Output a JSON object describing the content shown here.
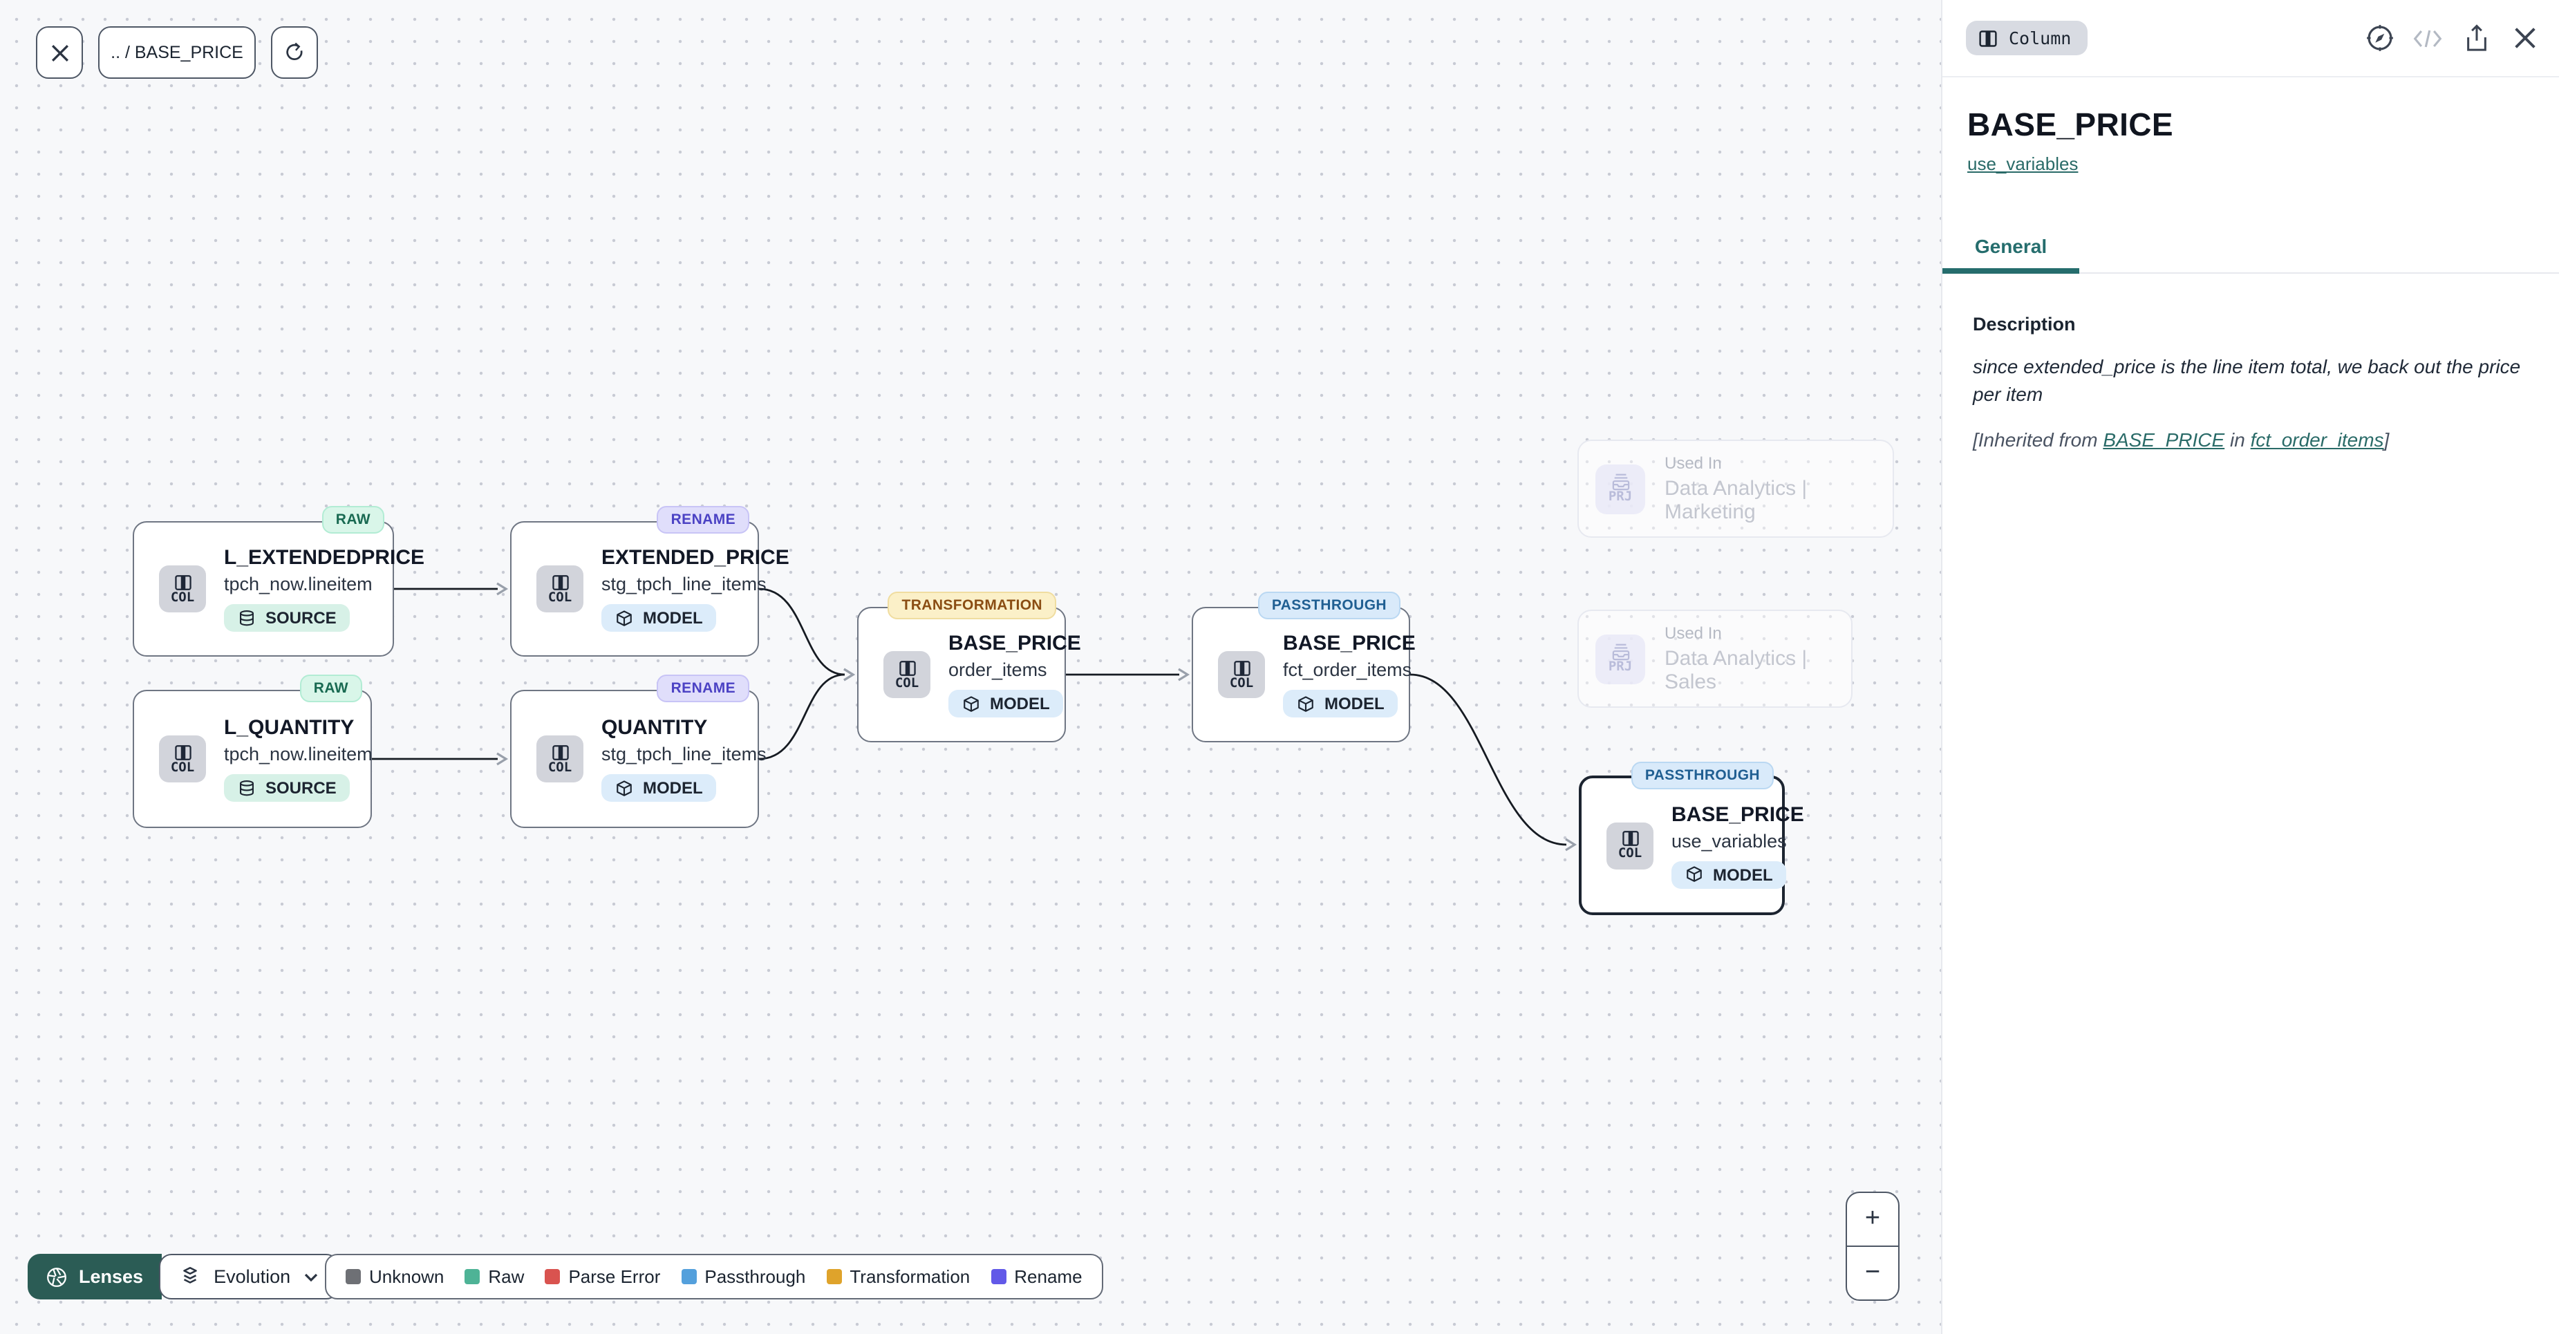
{
  "toolbar": {
    "breadcrumb": ".. / BASE_PRICE"
  },
  "col_label": "COL",
  "nodes": [
    {
      "badge": "RAW",
      "title": "L_EXTENDEDPRICE",
      "subtitle": "tpch_now.lineitem",
      "kind": "SOURCE"
    },
    {
      "badge": "RENAME",
      "title": "EXTENDED_PRICE",
      "subtitle": "stg_tpch_line_items",
      "kind": "MODEL"
    },
    {
      "badge": "RAW",
      "title": "L_QUANTITY",
      "subtitle": "tpch_now.lineitem",
      "kind": "SOURCE"
    },
    {
      "badge": "RENAME",
      "title": "QUANTITY",
      "subtitle": "stg_tpch_line_items",
      "kind": "MODEL"
    },
    {
      "badge": "TRANSFORMATION",
      "title": "BASE_PRICE",
      "subtitle": "order_items",
      "kind": "MODEL"
    },
    {
      "badge": "PASSTHROUGH",
      "title": "BASE_PRICE",
      "subtitle": "fct_order_items",
      "kind": "MODEL"
    },
    {
      "badge": "PASSTHROUGH",
      "title": "BASE_PRICE",
      "subtitle": "use_variables",
      "kind": "MODEL"
    }
  ],
  "ghost_cards": [
    {
      "icon_label": "PRJ",
      "label": "Used In",
      "name": "Data Analytics | Marketing"
    },
    {
      "icon_label": "PRJ",
      "label": "Used In",
      "name": "Data Analytics | Sales"
    }
  ],
  "lenses": {
    "label": "Lenses"
  },
  "evolution": {
    "label": "Evolution"
  },
  "legend": {
    "items": [
      {
        "label": "Unknown",
        "color": "#6e7075"
      },
      {
        "label": "Raw",
        "color": "#4eb396"
      },
      {
        "label": "Parse Error",
        "color": "#d9534f"
      },
      {
        "label": "Passthrough",
        "color": "#54a0dc"
      },
      {
        "label": "Transformation",
        "color": "#dfa32b"
      },
      {
        "label": "Rename",
        "color": "#6259e8"
      }
    ]
  },
  "zoom_controls": {
    "zoom_in": "+",
    "zoom_out": "−"
  },
  "panel": {
    "type_badge": "Column",
    "title": "BASE_PRICE",
    "subtitle_link": "use_variables",
    "tabs": [
      {
        "label": "General"
      }
    ],
    "description": {
      "label": "Description",
      "text": "since extended_price is the line item total, we back out the price per item",
      "inherited_prefix": "[Inherited from ",
      "inherited_link1": "BASE_PRICE",
      "inherited_mid": " in ",
      "inherited_link2": "fct_order_items",
      "inherited_suffix": "]"
    }
  },
  "colors": {
    "accent_teal": "#256d6d",
    "lenses_bg": "#2b5c55",
    "canvas_bg": "#f7f8fa",
    "badge_raw_bg": "#d9f6e9",
    "badge_rename_bg": "#e0defb",
    "badge_transformation_bg": "#fbf0c8",
    "badge_passthrough_bg": "#d9eafa",
    "pill_source_bg": "#d7f1e7",
    "pill_model_bg": "#dcecfa",
    "edge": "#161b22"
  }
}
